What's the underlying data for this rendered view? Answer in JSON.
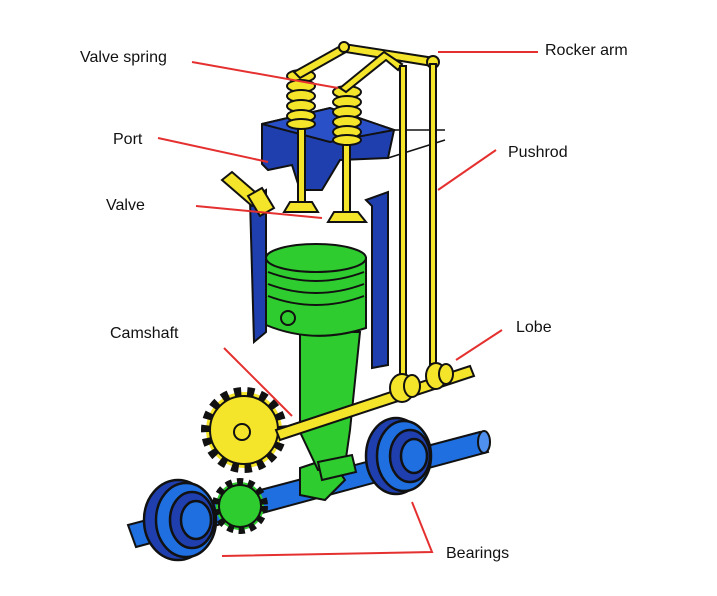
{
  "labels": {
    "valve_spring": "Valve spring",
    "rocker_arm": "Rocker arm",
    "port": "Port",
    "pushrod": "Pushrod",
    "valve": "Valve",
    "camshaft": "Camshaft",
    "lobe": "Lobe",
    "bearings": "Bearings"
  },
  "colors": {
    "block": "#1f3fae",
    "piston": "#2ecc2e",
    "valvetrain": "#f5e52a",
    "shaft": "#1f6fe0",
    "leader": "#e53030",
    "outline": "#111111"
  }
}
